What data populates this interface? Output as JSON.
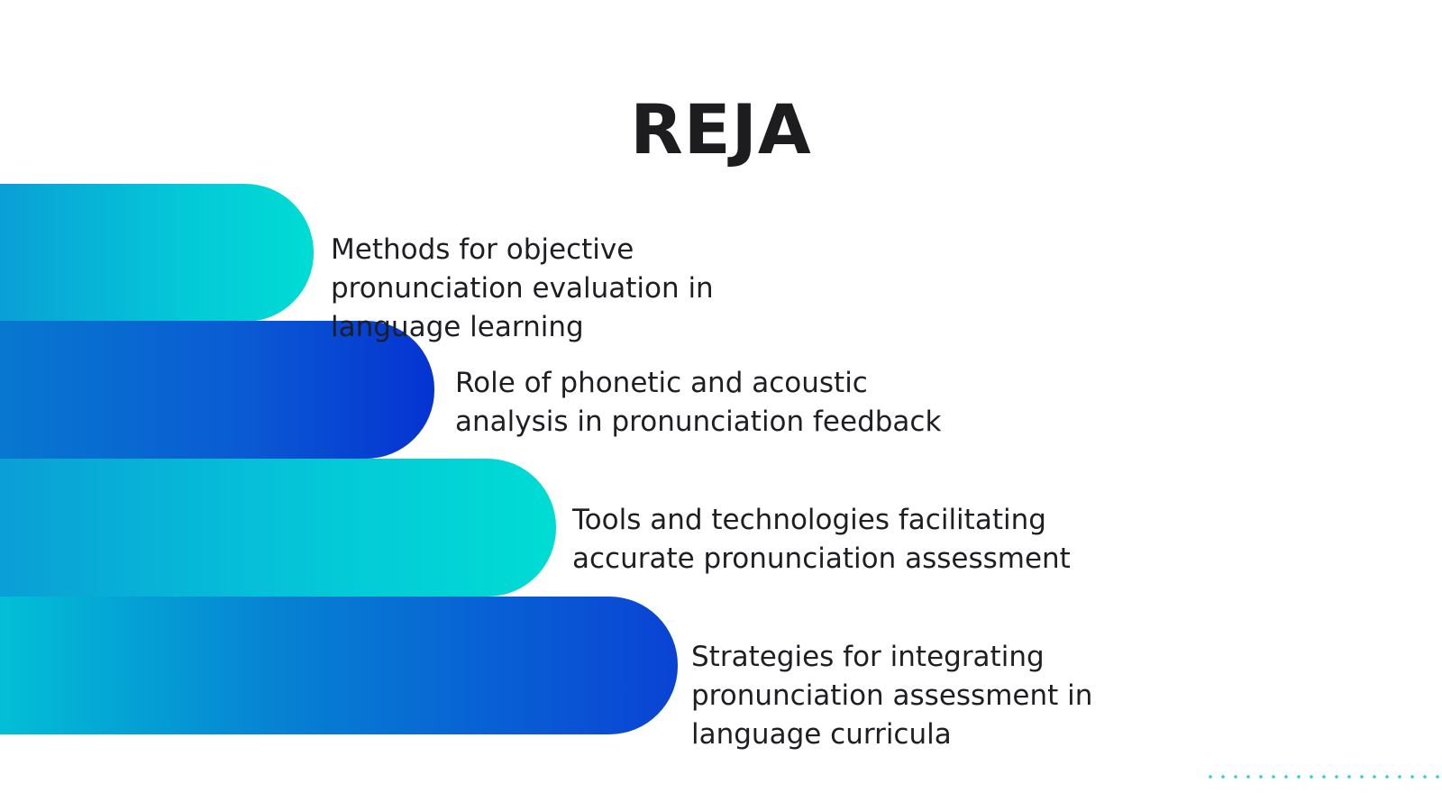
{
  "slide": {
    "title": "REJA",
    "items": [
      {
        "text": "Methods for objective pronunciation evaluation in language learning"
      },
      {
        "text": "Role of phonetic and acoustic analysis in pronunciation feedback"
      },
      {
        "text": "Tools and technologies facilitating accurate pronunciation assessment"
      },
      {
        "text": "Strategies for integrating pronunciation assessment in language curricula"
      }
    ]
  },
  "colors": {
    "cyan": "#00dcd4",
    "blue": "#0533d2",
    "text": "#1f1f23",
    "dots": "#2fd3c6"
  }
}
